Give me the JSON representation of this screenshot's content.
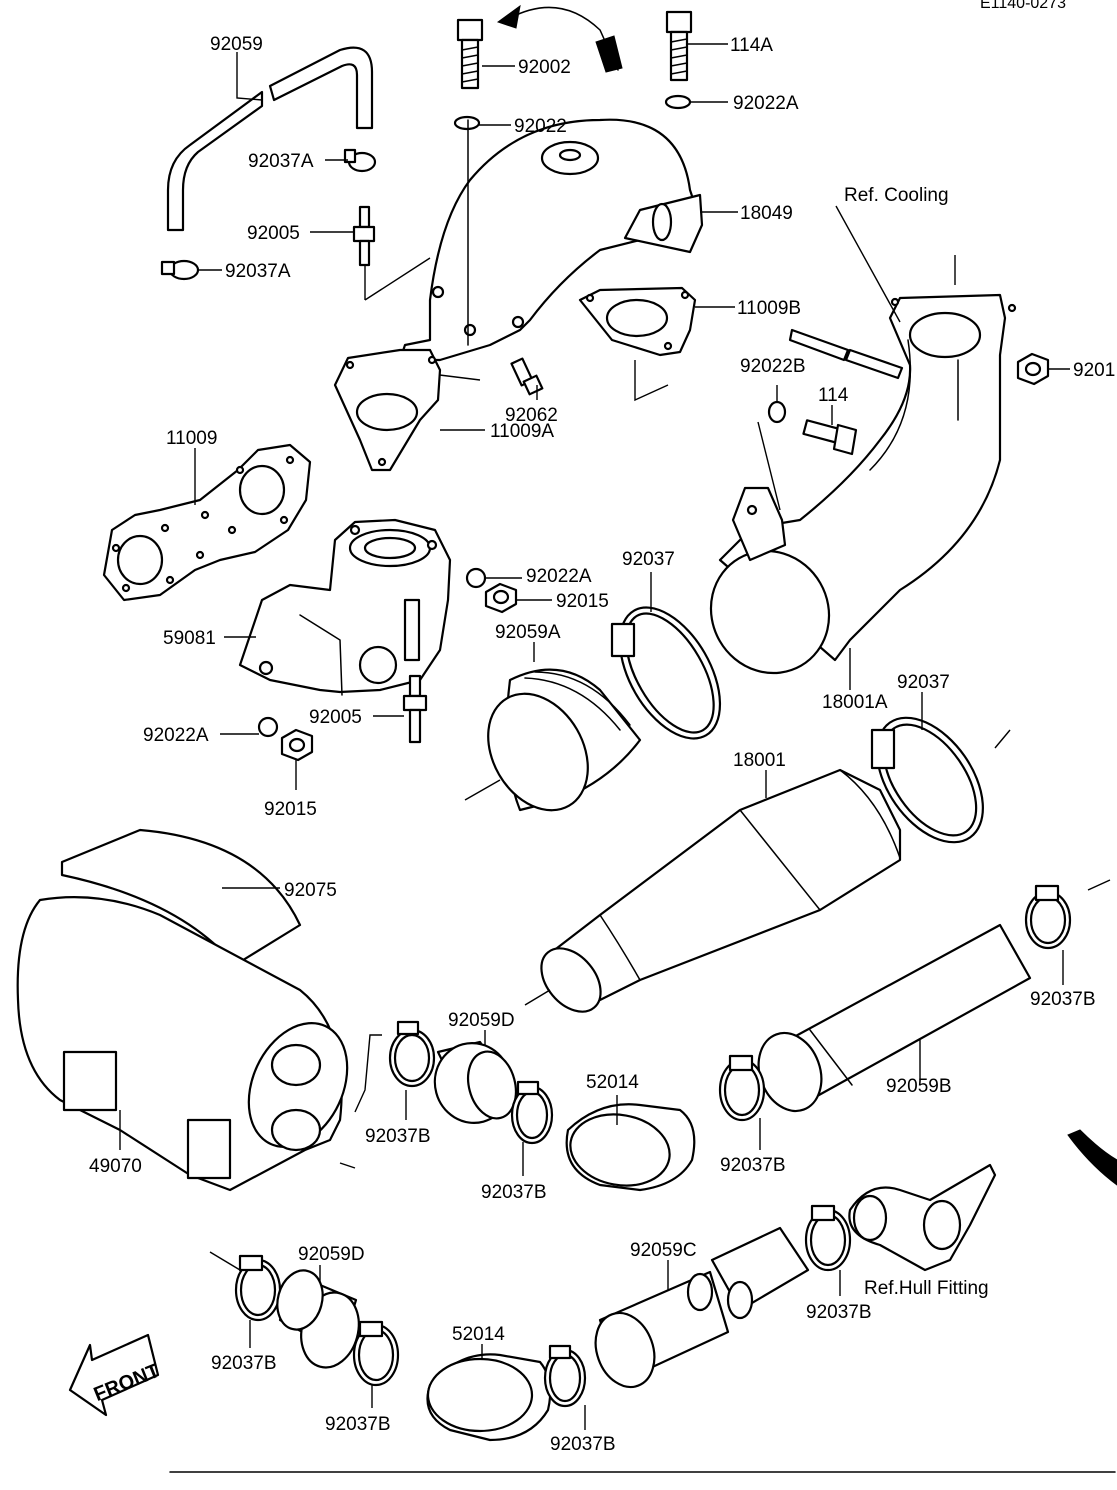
{
  "header": {
    "code": "E1140-0273"
  },
  "front_label": "FRONT",
  "references": {
    "cooling": "Ref. Cooling",
    "hull_fitting": "Ref.Hull Fitting"
  },
  "part_numbers": {
    "p92059": "92059",
    "p92002": "92002",
    "p114A": "114A",
    "p92022_top": "92022",
    "p92022A_top": "92022A",
    "p92037A_upper": "92037A",
    "p18049": "18049",
    "p92005_upper": "92005",
    "p92037A_lower": "92037A",
    "p11009B": "11009B",
    "p9201x": "9201",
    "p92022B": "92022B",
    "p114": "114",
    "p92062": "92062",
    "p11009A": "11009A",
    "p11009": "11009",
    "p92022A_mid": "92022A",
    "p92015_mid": "92015",
    "p92037_mid": "92037",
    "p59081": "59081",
    "p92059A": "92059A",
    "p18001A": "18001A",
    "p92037_right": "92037",
    "p92005_lower": "92005",
    "p92022A_low": "92022A",
    "p92015_low": "92015",
    "p18001": "18001",
    "p92075": "92075",
    "p92037B_far_right": "92037B",
    "p92059D_mid": "92059D",
    "p52014_mid": "52014",
    "p92059B": "92059B",
    "p92037B_muffler": "92037B",
    "p49070": "49070",
    "p92037B_mid_low": "92037B",
    "p92037B_right_clamp": "92037B",
    "p92059C": "92059C",
    "p92059D_low": "92059D",
    "p92037B_hull": "92037B",
    "p92037B_low_left": "92037B",
    "p52014_low": "52014",
    "p92037B_low_mid": "92037B",
    "p92037B_low_right": "92037B"
  }
}
